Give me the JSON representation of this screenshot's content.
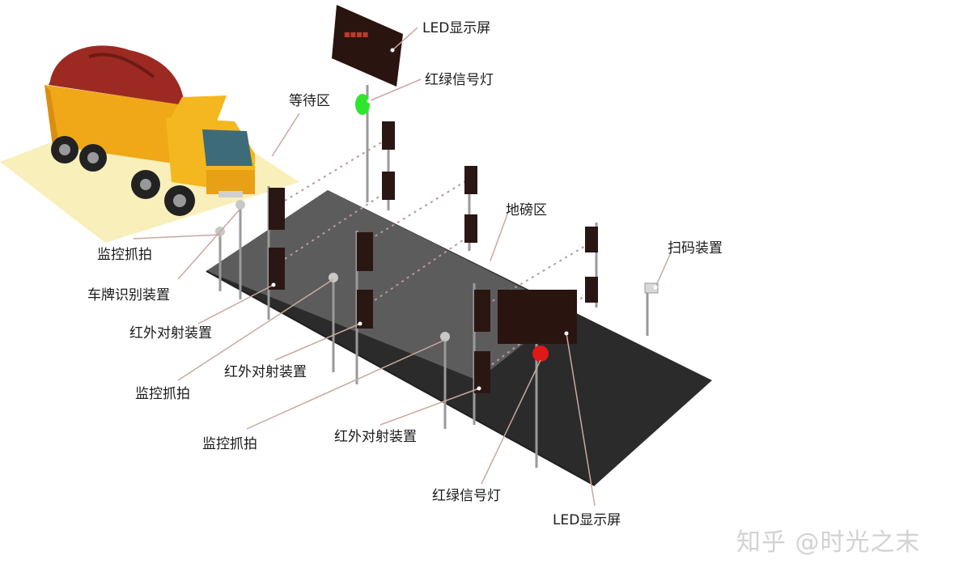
{
  "labels": {
    "led_top": "LED显示屏",
    "signal_top": "红绿信号灯",
    "waiting_zone": "等待区",
    "weighbridge_zone": "地磅区",
    "scan_device": "扫码装置",
    "monitor_capture_1": "监控抓拍",
    "plate_recognition": "车牌识别装置",
    "infrared_1": "红外对射装置",
    "monitor_capture_2": "监控抓拍",
    "infrared_2": "红外对射装置",
    "monitor_capture_3": "监控抓拍",
    "infrared_3": "红外对射装置",
    "signal_bottom": "红绿信号灯",
    "led_bottom": "LED显示屏"
  },
  "watermark": "知乎 @时光之末",
  "colors": {
    "platform_dark": "#2b2b2b",
    "platform_gray": "#5c5c5c",
    "truck_yellow": "#f5b71f",
    "cargo_red": "#9c2a22",
    "signal_green": "#2ee62e",
    "signal_red": "#e01818",
    "waiting_zone_fill": "#f7ecae"
  }
}
